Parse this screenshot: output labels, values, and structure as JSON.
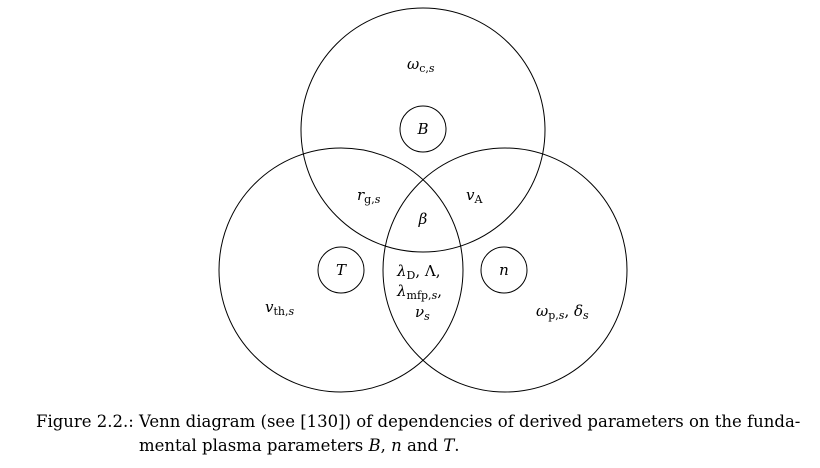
{
  "diagram": {
    "regions": {
      "b_only": {
        "symbol": "ω",
        "sub": "c,",
        "sub_it": "s"
      },
      "b_core": {
        "symbol": "B"
      },
      "b_t": {
        "symbol": "r",
        "sub": "g,",
        "sub_it": "s"
      },
      "b_n": {
        "symbol": "v",
        "sub": "A",
        "sub_it": ""
      },
      "center": {
        "symbol": "β"
      },
      "t_core": {
        "symbol": "T"
      },
      "t_only": {
        "symbol": "v",
        "sub": "th,",
        "sub_it": "s"
      },
      "n_core": {
        "symbol": "n"
      },
      "n_only": {
        "symbol1": "ω",
        "sub1": "p,",
        "sub1_it": "s",
        "sep": ", ",
        "symbol2": "δ",
        "sub2_it": "s"
      },
      "t_n": {
        "line1": {
          "s1": "λ",
          "sub1": "D",
          "mid": ", Λ,"
        },
        "line2": {
          "s1": "λ",
          "sub1": "mfp,",
          "sub1_it": "s",
          "tail": ","
        },
        "line3": {
          "s1": "ν",
          "sub1_it": "s"
        }
      }
    }
  },
  "caption": {
    "label": "Figure 2.2.:",
    "line1": "Venn diagram (see [130]) of dependencies of derived parameters on the funda-",
    "line2_prefix": "mental plasma parameters ",
    "var_b": "B",
    "sep1": ", ",
    "var_n": "n",
    "sep2": " and ",
    "var_t": "T",
    "end": "."
  }
}
